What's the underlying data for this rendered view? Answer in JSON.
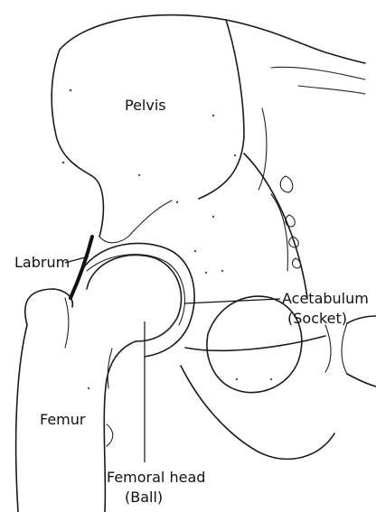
{
  "labels": {
    "pelvis": "Pelvis",
    "labrum": "Labrum",
    "acetabulum": "Acetabulum",
    "acetabulum_note": "(Socket)",
    "femur": "Femur",
    "femoral_head": "Femoral head",
    "femoral_head_note": "(Ball)"
  },
  "colors": {
    "ink": "#1a1a1a",
    "background": "#ffffff"
  }
}
